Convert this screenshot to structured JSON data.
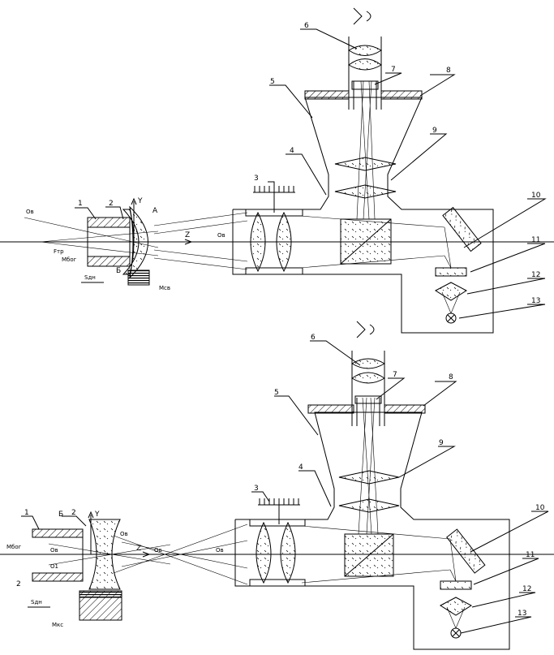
{
  "eye_symbol": "eye-icon",
  "top_scheme": {
    "callouts": [
      "1",
      "2",
      "3",
      "4",
      "5",
      "6",
      "7",
      "8",
      "9",
      "10",
      "11",
      "12",
      "13"
    ],
    "symbols": {
      "axis_y": "Y",
      "axis_z": "Z",
      "point_a": "A",
      "point_b": "Б",
      "o_b": "Oв",
      "o_b2": "Oв",
      "f_label": "Fтр",
      "m_label": "Mбог",
      "m_label2": "Mсв",
      "s_label": "Sдн"
    }
  },
  "bottom_scheme": {
    "callouts": [
      "1",
      "2",
      "3",
      "4",
      "5",
      "6",
      "7",
      "8",
      "9",
      "10",
      "11",
      "12",
      "13"
    ],
    "symbols": {
      "axis_y": "Y",
      "axis_z": "Z",
      "point_b": "Б",
      "o_b_a": "Oв",
      "o_b_b": "Oв",
      "o_b_c": "Oв",
      "o_b_d": "Oв",
      "o1": "O1",
      "two_label": "2",
      "m_label": "Mбог",
      "m_label2": "Mкс",
      "s_label": "Sдн"
    }
  }
}
